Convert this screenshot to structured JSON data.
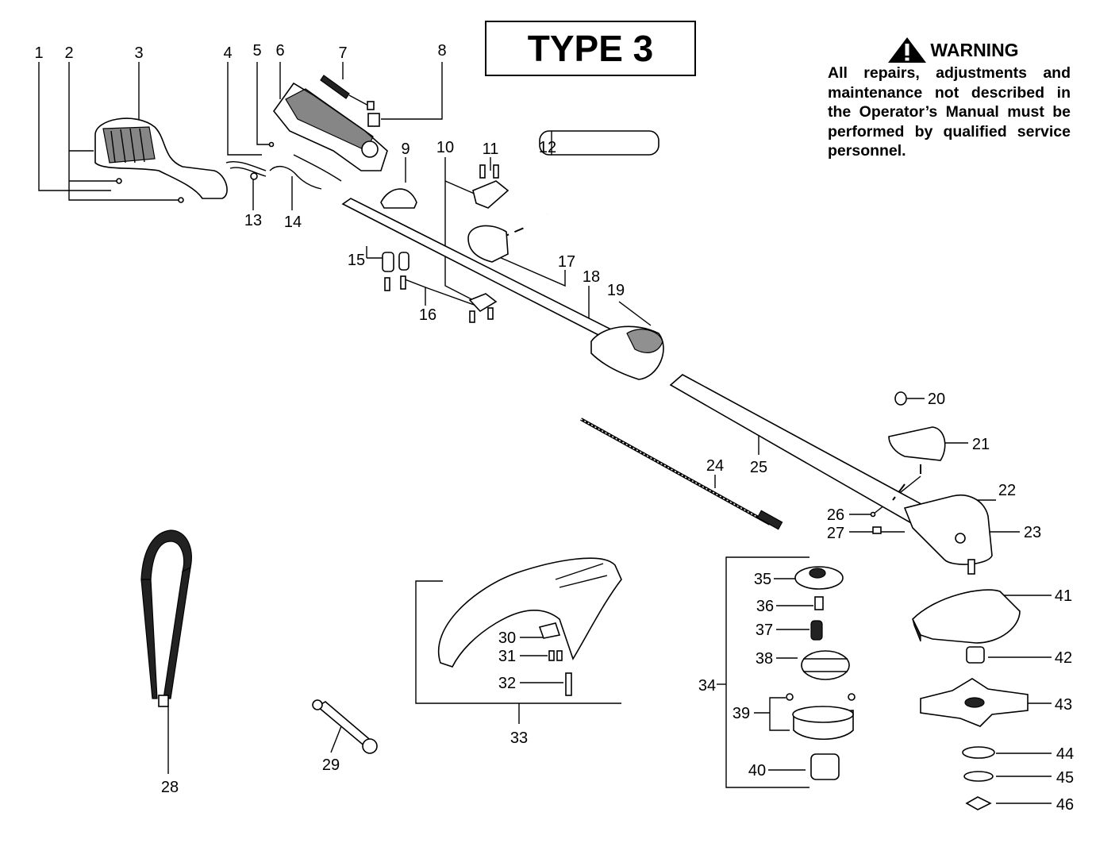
{
  "title": "TYPE 3",
  "warning": {
    "heading": "WARNING",
    "icon": "warning-triangle-icon",
    "text": "All repairs, adjustments and maintenance not described in the Operator’s Manual must be performed by qualified service personnel."
  },
  "callouts": [
    "1",
    "2",
    "3",
    "4",
    "5",
    "6",
    "7",
    "8",
    "9",
    "10",
    "11",
    "12",
    "13",
    "14",
    "15",
    "16",
    "17",
    "18",
    "19",
    "20",
    "21",
    "22",
    "23",
    "24",
    "25",
    "26",
    "27",
    "28",
    "29",
    "30",
    "31",
    "32",
    "33",
    "34",
    "35",
    "36",
    "37",
    "38",
    "39",
    "40",
    "41",
    "42",
    "43",
    "44",
    "45",
    "46"
  ]
}
